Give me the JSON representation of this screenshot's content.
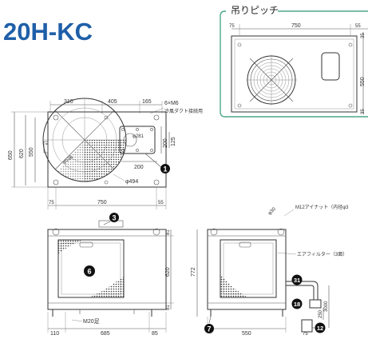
{
  "title": "20H-KC",
  "pitch_label": "吊りピッチ",
  "colors": {
    "title": "#1f5fa8",
    "frame": "#4aa88a",
    "callout": "#111111"
  },
  "top_view": {
    "dims_top": [
      "310",
      "405",
      "165"
    ],
    "holes_note": "6×M6",
    "duct_note": "冷風ダクト接続用",
    "dims_left": [
      "650",
      "620",
      "550"
    ],
    "dims_right": [
      "200",
      "125"
    ],
    "dim_200": "200",
    "phi_281": "φ281",
    "phi_538": "φ538",
    "phi_494": "φ494",
    "dims_bottom": [
      "75",
      "750",
      "55"
    ]
  },
  "pitch_view": {
    "dims_top": [
      "75",
      "750",
      "55"
    ],
    "dims_right": [
      "35",
      "550",
      "35"
    ]
  },
  "front_view": {
    "dims_right": [
      "81",
      "620",
      "81"
    ],
    "bolt_label": "M20足",
    "dims_bottom": [
      "110",
      "685",
      "85"
    ]
  },
  "side_view": {
    "nut_label": "M12アイナット（内径φ3",
    "phi_30": "φ30",
    "filter_label": "エアフィルター（3面）",
    "dim_772": "772",
    "dim_3000": "3000",
    "dim_250": "250",
    "dim_550": "550",
    "dim_75": "75"
  },
  "callouts": [
    "1",
    "3",
    "6",
    "7",
    "12",
    "18",
    "31"
  ]
}
